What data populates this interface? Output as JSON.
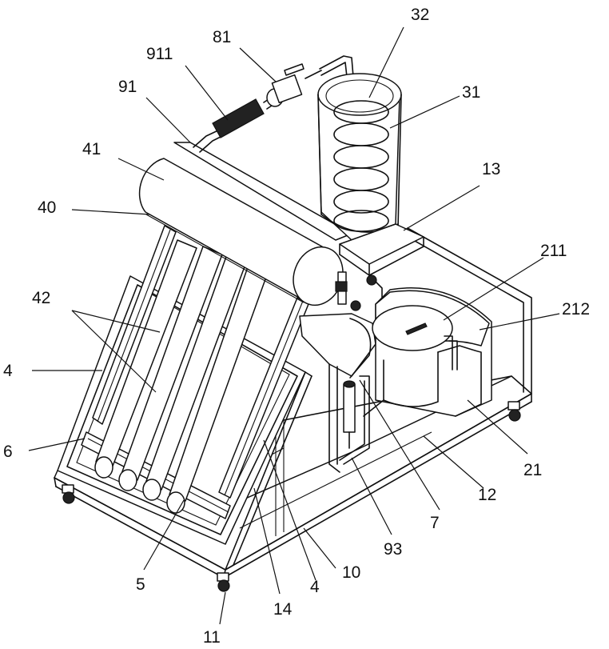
{
  "labels": {
    "l32": "32",
    "l81": "81",
    "l911": "911",
    "l91": "91",
    "l31": "31",
    "l41": "41",
    "l13": "13",
    "l40": "40",
    "l211": "211",
    "l42": "42",
    "l212": "212",
    "l4_left": "4",
    "l6": "6",
    "l21": "21",
    "l12": "12",
    "l7": "7",
    "l93": "93",
    "l5": "5",
    "l10": "10",
    "l4_bottom": "4",
    "l14": "14",
    "l11": "11"
  }
}
